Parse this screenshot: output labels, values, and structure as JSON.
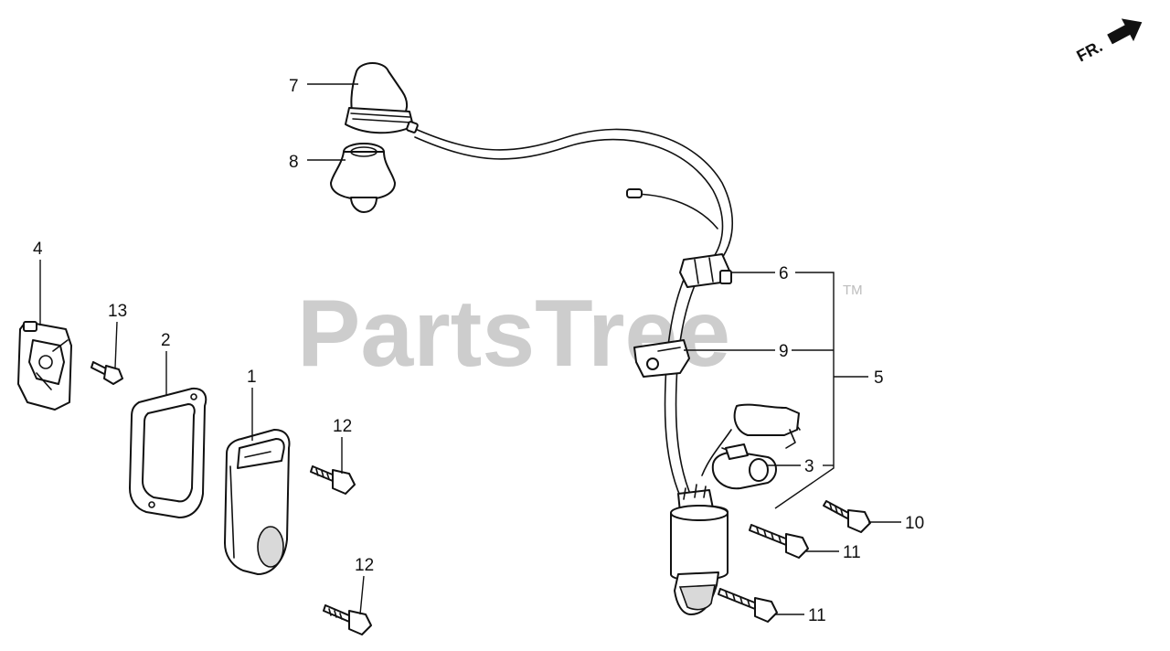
{
  "watermark": {
    "text": "PartsTree",
    "trademark": "TM"
  },
  "direction_indicator": {
    "label": "FR."
  },
  "callouts": [
    {
      "id": "c1",
      "label": "1"
    },
    {
      "id": "c2",
      "label": "2"
    },
    {
      "id": "c3",
      "label": "3"
    },
    {
      "id": "c4",
      "label": "4"
    },
    {
      "id": "c5",
      "label": "5"
    },
    {
      "id": "c6",
      "label": "6"
    },
    {
      "id": "c7",
      "label": "7"
    },
    {
      "id": "c8",
      "label": "8"
    },
    {
      "id": "c9",
      "label": "9"
    },
    {
      "id": "c10",
      "label": "10"
    },
    {
      "id": "c11a",
      "label": "11"
    },
    {
      "id": "c11b",
      "label": "11"
    },
    {
      "id": "c12a",
      "label": "12"
    },
    {
      "id": "c12b",
      "label": "12"
    },
    {
      "id": "c13",
      "label": "13"
    }
  ]
}
